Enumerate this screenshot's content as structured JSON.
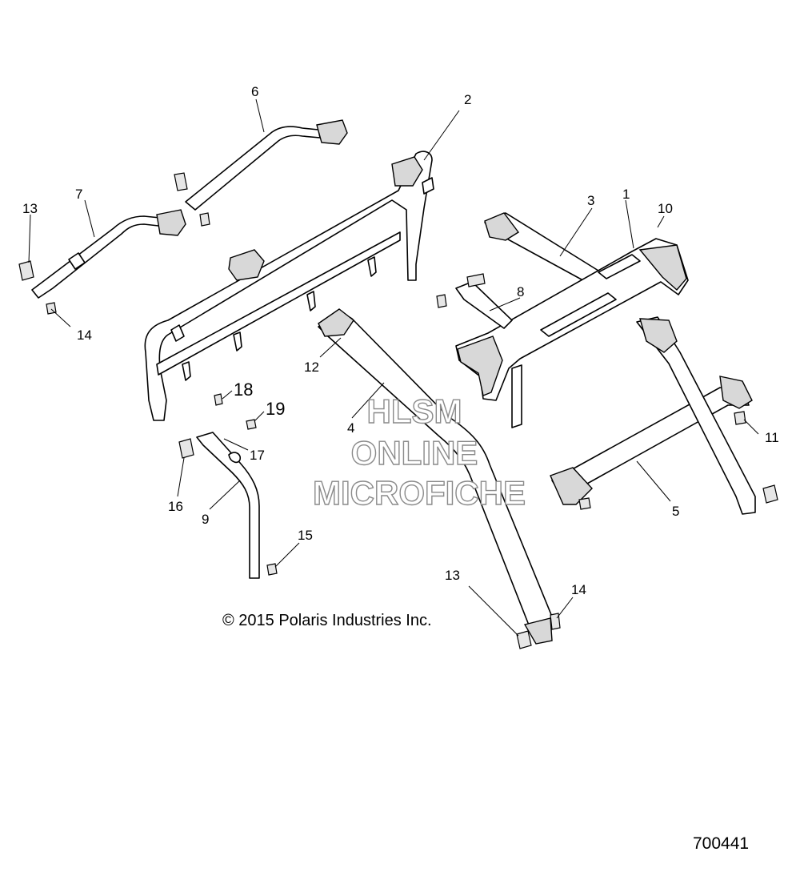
{
  "diagram": {
    "copyright": "© 2015 Polaris Industries Inc.",
    "figure_number": "700441",
    "watermark": [
      "HLSM",
      "ONLINE",
      "MICROFICHE"
    ],
    "callouts": [
      {
        "id": "c1",
        "label": "1"
      },
      {
        "id": "c2",
        "label": "2"
      },
      {
        "id": "c3",
        "label": "3"
      },
      {
        "id": "c4",
        "label": "4"
      },
      {
        "id": "c5",
        "label": "5"
      },
      {
        "id": "c6",
        "label": "6"
      },
      {
        "id": "c7",
        "label": "7"
      },
      {
        "id": "c8",
        "label": "8"
      },
      {
        "id": "c9",
        "label": "9"
      },
      {
        "id": "c10",
        "label": "10"
      },
      {
        "id": "c11",
        "label": "11"
      },
      {
        "id": "c12",
        "label": "12"
      },
      {
        "id": "c13a",
        "label": "13"
      },
      {
        "id": "c13b",
        "label": "13"
      },
      {
        "id": "c14a",
        "label": "14"
      },
      {
        "id": "c14b",
        "label": "14"
      },
      {
        "id": "c15",
        "label": "15"
      },
      {
        "id": "c16",
        "label": "16"
      },
      {
        "id": "c17",
        "label": "17"
      },
      {
        "id": "c18",
        "label": "18"
      },
      {
        "id": "c19",
        "label": "19"
      }
    ]
  }
}
